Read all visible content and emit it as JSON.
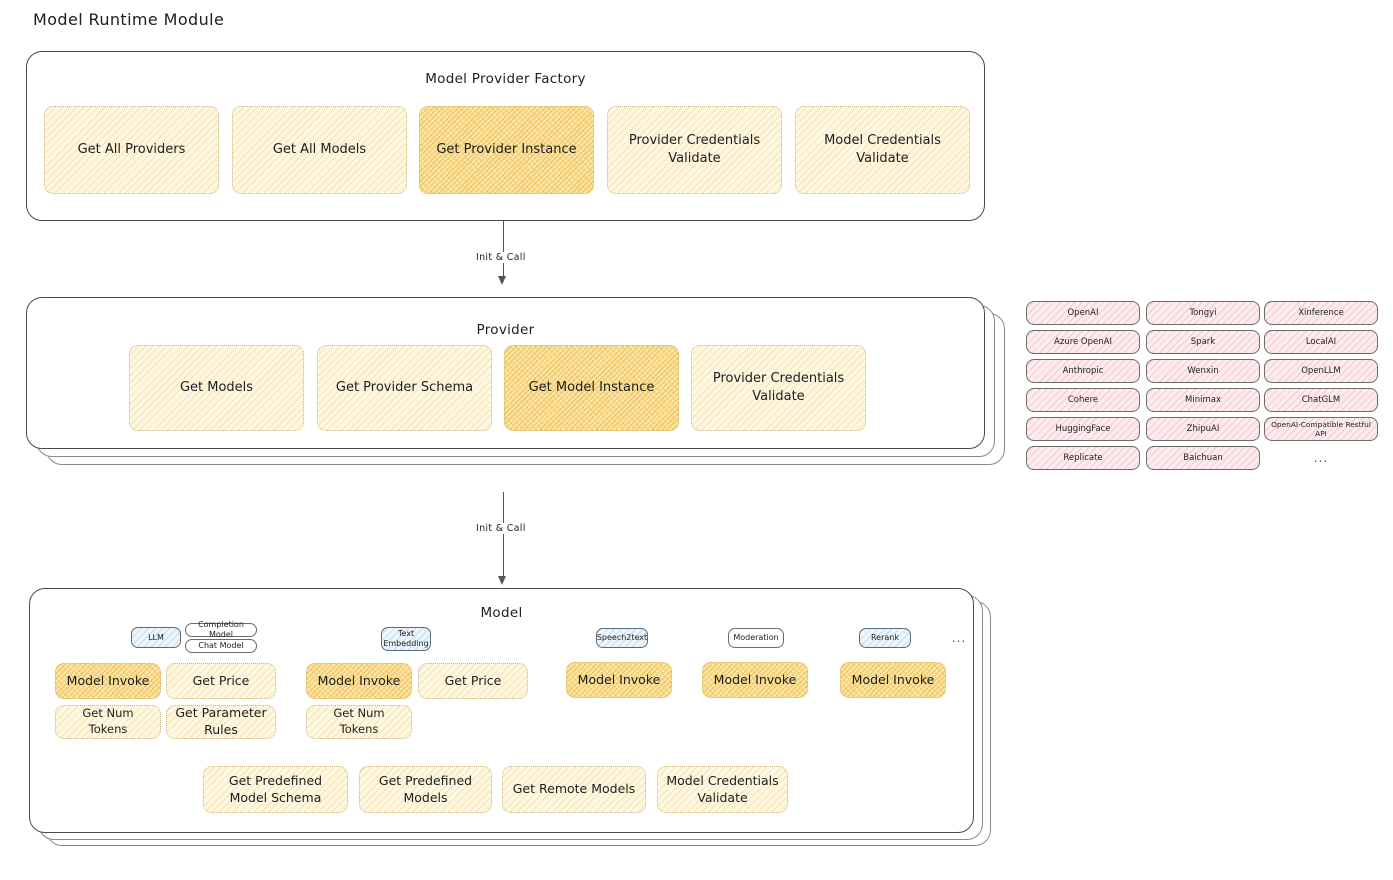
{
  "page": {
    "title": "Model Runtime Module"
  },
  "factory": {
    "title": "Model Provider Factory",
    "nodes": [
      {
        "label": "Get All Providers",
        "highlighted": false
      },
      {
        "label": "Get All Models",
        "highlighted": false
      },
      {
        "label": "Get Provider Instance",
        "highlighted": true
      },
      {
        "label": "Provider Credentials Validate",
        "highlighted": false
      },
      {
        "label": "Model Credentials Validate",
        "highlighted": false
      }
    ]
  },
  "arrows": [
    {
      "label": "Init & Call"
    },
    {
      "label": "Init & Call"
    }
  ],
  "provider": {
    "title": "Provider",
    "nodes": [
      {
        "label": "Get Models",
        "highlighted": false
      },
      {
        "label": "Get Provider Schema",
        "highlighted": false
      },
      {
        "label": "Get Model Instance",
        "highlighted": true
      },
      {
        "label": "Provider Credentials Validate",
        "highlighted": false
      }
    ]
  },
  "provider_list": {
    "column1": [
      "OpenAI",
      "Azure OpenAI",
      "Anthropic",
      "Cohere",
      "HuggingFace",
      "Replicate"
    ],
    "column2": [
      "Tongyi",
      "Spark",
      "Wenxin",
      "Minimax",
      "ZhipuAI",
      "Baichuan"
    ],
    "column3": [
      "Xinference",
      "LocalAI",
      "OpenLLM",
      "ChatGLM",
      "OpenAI-Compatible Restful API"
    ],
    "more": "..."
  },
  "model": {
    "title": "Model",
    "more": "...",
    "types": [
      {
        "name": "LLM",
        "accent": "blue",
        "subtypes": [
          "Completion Model",
          "Chat Model"
        ],
        "methods": [
          {
            "label": "Model Invoke",
            "highlighted": true
          },
          {
            "label": "Get Price",
            "highlighted": false
          },
          {
            "label": "Get Num Tokens",
            "highlighted": false
          },
          {
            "label": "Get Parameter Rules",
            "highlighted": false
          }
        ]
      },
      {
        "name": "Text Embedding",
        "accent": "blue",
        "subtypes": [],
        "methods": [
          {
            "label": "Model Invoke",
            "highlighted": true
          },
          {
            "label": "Get Price",
            "highlighted": false
          },
          {
            "label": "Get Num Tokens",
            "highlighted": false
          }
        ]
      },
      {
        "name": "Speech2text",
        "accent": "blue",
        "subtypes": [],
        "methods": [
          {
            "label": "Model Invoke",
            "highlighted": true
          }
        ]
      },
      {
        "name": "Moderation",
        "accent": "white",
        "subtypes": [],
        "methods": [
          {
            "label": "Model Invoke",
            "highlighted": true
          }
        ]
      },
      {
        "name": "Rerank",
        "accent": "blue",
        "subtypes": [],
        "methods": [
          {
            "label": "Model Invoke",
            "highlighted": true
          }
        ]
      }
    ],
    "shared_methods": [
      {
        "label": "Get Predefined Model Schema",
        "highlighted": false
      },
      {
        "label": "Get Predefined Models",
        "highlighted": false
      },
      {
        "label": "Get Remote Models",
        "highlighted": false
      },
      {
        "label": "Model Credentials Validate",
        "highlighted": false
      }
    ]
  },
  "colors": {
    "node_fill": "#fdf7e3",
    "node_highlight": "#fbe6ad",
    "pill_fill": "#fdecee",
    "badge_blue": "#eef6fb",
    "stroke": "#1e1e1e"
  }
}
